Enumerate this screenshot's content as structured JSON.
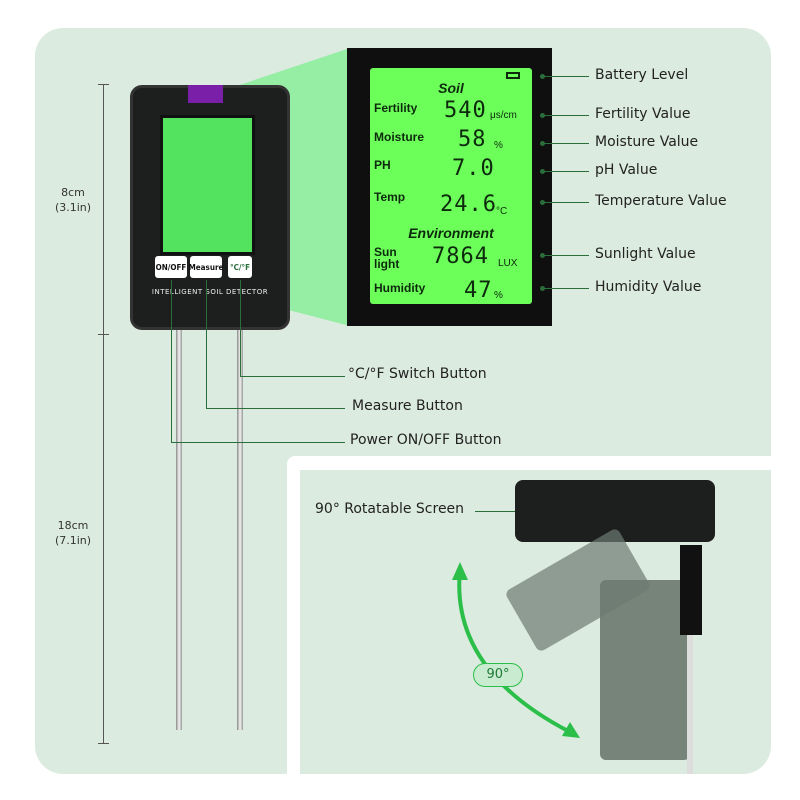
{
  "dimensions": {
    "upper": "8cm",
    "upper_in": "(3.1in)",
    "lower": "18cm",
    "lower_in": "(7.1in)"
  },
  "device": {
    "brand": "INTELLIGENT SOIL DETECTOR",
    "buttons": [
      "ON/OFF",
      "Measure",
      "°C/°F"
    ]
  },
  "lcd": {
    "soil_header": "Soil",
    "env_header": "Environment",
    "rows": [
      {
        "label": "Fertility",
        "value": "540",
        "unit": "μs/cm"
      },
      {
        "label": "Moisture",
        "value": "58",
        "unit": "%"
      },
      {
        "label": "PH",
        "value": "7.0",
        "unit": ""
      },
      {
        "label": "Temp",
        "value": "24.6",
        "unit": "°C"
      },
      {
        "label": "Sun light",
        "value": "7864",
        "unit": "LUX"
      },
      {
        "label": "Humidity",
        "value": "47",
        "unit": "%"
      }
    ]
  },
  "labels": [
    "Battery Level",
    "Fertility Value",
    "Moisture Value",
    "pH Value",
    "Temperature Value",
    "Sunlight Value",
    "Humidity Value"
  ],
  "callouts": {
    "switch": "°C/°F Switch Button",
    "measure": "Measure Button",
    "power": "Power ON/OFF Button",
    "rotate": "90° Rotatable Screen",
    "angle": "90°"
  },
  "colors": {
    "accent": "#2a6e3a",
    "lcd": "#6cff5a",
    "panel": "#dcebdf"
  }
}
